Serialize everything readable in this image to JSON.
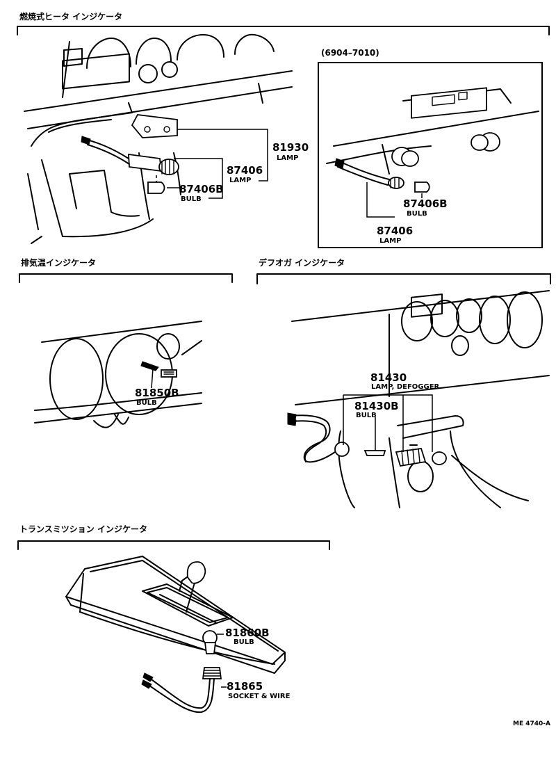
{
  "sections": {
    "combustion_heater": {
      "title": "燃焼式ヒータ インジケータ",
      "parts": [
        {
          "number": "81930",
          "desc": "LAMP"
        },
        {
          "number": "87406",
          "desc": "LAMP"
        },
        {
          "number": "87406B",
          "desc": "BULB"
        }
      ],
      "inset": {
        "title": "(6904–7010)",
        "parts": [
          {
            "number": "87406B",
            "desc": "BULB"
          },
          {
            "number": "87406",
            "desc": "LAMP"
          }
        ]
      }
    },
    "exhaust_temp": {
      "title": "排気温インジケータ",
      "parts": [
        {
          "number": "81850B",
          "desc": "BULB"
        }
      ]
    },
    "defogger": {
      "title": "デフオガ インジケータ",
      "parts": [
        {
          "number": "81430",
          "desc": "LAMP, DEFOGGER"
        },
        {
          "number": "81430B",
          "desc": "BULB"
        }
      ]
    },
    "transmission": {
      "title": "トランスミツション インジケータ",
      "parts": [
        {
          "number": "81860B",
          "desc": "BULB"
        },
        {
          "number": "81865",
          "desc": "SOCKET & WIRE"
        }
      ]
    }
  },
  "figure_ref": "ME 4740-A"
}
